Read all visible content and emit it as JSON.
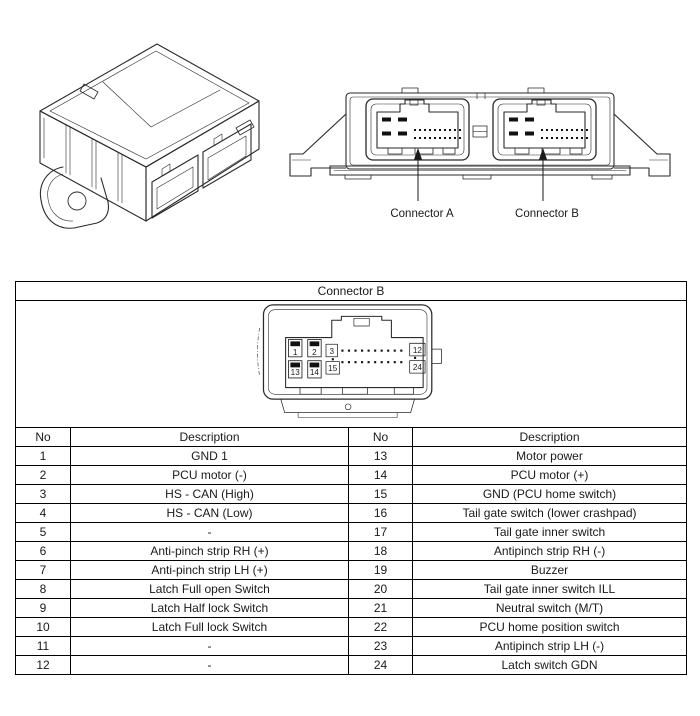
{
  "figure": {
    "connector_a_label": "Connector A",
    "connector_b_label": "Connector B"
  },
  "connector_table": {
    "title": "Connector B",
    "col_headers": [
      "No",
      "Description",
      "No",
      "Description"
    ],
    "rows": [
      {
        "no_l": "1",
        "desc_l": "GND 1",
        "no_r": "13",
        "desc_r": "Motor power"
      },
      {
        "no_l": "2",
        "desc_l": "PCU motor (-)",
        "no_r": "14",
        "desc_r": "PCU motor (+)"
      },
      {
        "no_l": "3",
        "desc_l": "HS - CAN (High)",
        "no_r": "15",
        "desc_r": "GND (PCU home switch)"
      },
      {
        "no_l": "4",
        "desc_l": "HS - CAN (Low)",
        "no_r": "16",
        "desc_r": "Tail gate switch (lower crashpad)"
      },
      {
        "no_l": "5",
        "desc_l": "-",
        "no_r": "17",
        "desc_r": "Tail gate inner switch"
      },
      {
        "no_l": "6",
        "desc_l": "Anti-pinch strip RH (+)",
        "no_r": "18",
        "desc_r": "Antipinch strip RH (-)"
      },
      {
        "no_l": "7",
        "desc_l": "Anti-pinch strip LH (+)",
        "no_r": "19",
        "desc_r": "Buzzer"
      },
      {
        "no_l": "8",
        "desc_l": "Latch Full open Switch",
        "no_r": "20",
        "desc_r": "Tail gate inner switch ILL"
      },
      {
        "no_l": "9",
        "desc_l": "Latch Half lock Switch",
        "no_r": "21",
        "desc_r": "Neutral switch (M/T)"
      },
      {
        "no_l": "10",
        "desc_l": "Latch Full lock Switch",
        "no_r": "22",
        "desc_r": "PCU home position switch"
      },
      {
        "no_l": "11",
        "desc_l": "-",
        "no_r": "23",
        "desc_r": "Antipinch strip LH (-)"
      },
      {
        "no_l": "12",
        "desc_l": "-",
        "no_r": "24",
        "desc_r": "Latch switch GDN"
      }
    ],
    "diagram_pins": [
      "1",
      "2",
      "3",
      "12",
      "13",
      "14",
      "15",
      "24"
    ]
  },
  "colors": {
    "line": "#2a2a2a",
    "text": "#1a1a1a",
    "background": "#ffffff"
  }
}
